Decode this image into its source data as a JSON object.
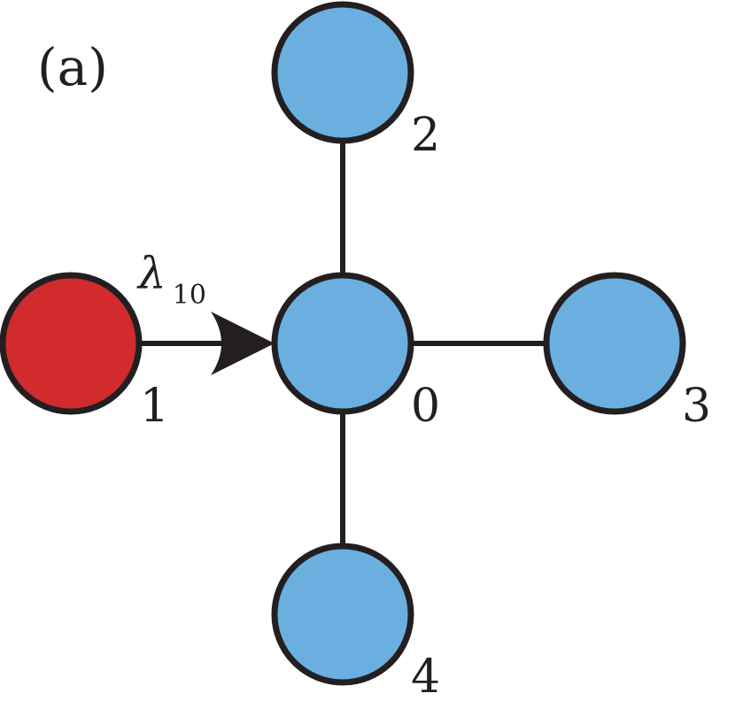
{
  "panel_label": "(a)",
  "colors": {
    "source_node": "#d12b2e",
    "target_node": "#6aafe0",
    "stroke": "#231f20"
  },
  "nodes": [
    {
      "id": "0",
      "label": "0",
      "role": "center"
    },
    {
      "id": "1",
      "label": "1",
      "role": "source"
    },
    {
      "id": "2",
      "label": "2",
      "role": "leaf"
    },
    {
      "id": "3",
      "label": "3",
      "role": "leaf"
    },
    {
      "id": "4",
      "label": "4",
      "role": "leaf"
    }
  ],
  "edges": [
    {
      "from": "1",
      "to": "0",
      "directed": true
    },
    {
      "from": "0",
      "to": "2",
      "directed": false
    },
    {
      "from": "0",
      "to": "3",
      "directed": false
    },
    {
      "from": "0",
      "to": "4",
      "directed": false
    }
  ],
  "arrow_label": {
    "symbol": "λ",
    "subscript": "10"
  }
}
